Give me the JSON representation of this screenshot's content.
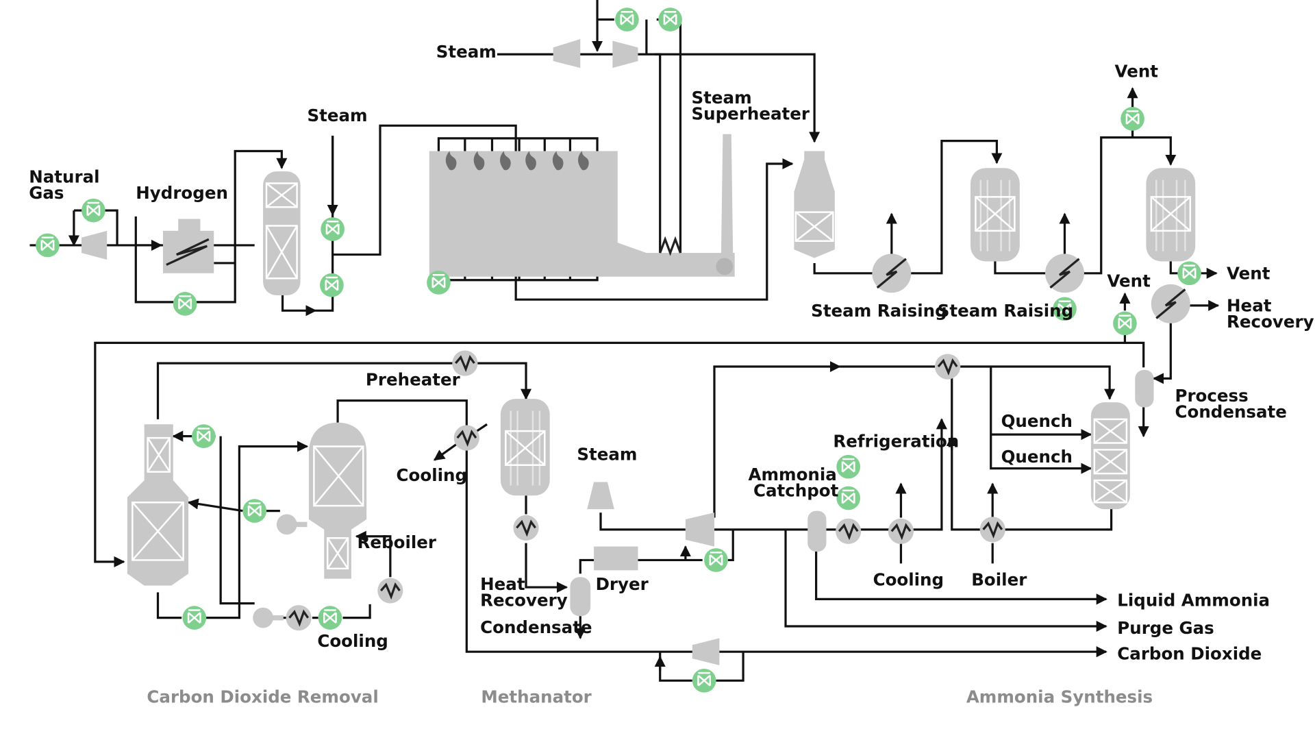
{
  "colors": {
    "pipe": "#111111",
    "equipment": "#c8c8c8",
    "valve": "#7fd08f",
    "section_label": "#8c8c8c"
  },
  "labels": {
    "natural_gas_1": "Natural",
    "natural_gas_2": "Gas",
    "hydrogen": "Hydrogen",
    "steam_primary": "Steam",
    "steam_top": "Steam",
    "steam_superheater_1": "Steam",
    "steam_superheater_2": "Superheater",
    "steam_raising_1": "Steam Raising",
    "steam_raising_2": "Steam Raising",
    "vent_top": "Vent",
    "vent_right": "Vent",
    "vent_mid": "Vent",
    "heat_recovery_right_1": "Heat",
    "heat_recovery_right_2": "Recovery",
    "process_condensate_1": "Process",
    "process_condensate_2": "Condensate",
    "preheater": "Preheater",
    "cooling_methanator": "Cooling",
    "reboiler": "Reboiler",
    "cooling_co2": "Cooling",
    "steam_methanator": "Steam",
    "heat_recovery_meth_1": "Heat",
    "heat_recovery_meth_2": "Recovery",
    "dryer": "Dryer",
    "condensate": "Condensate",
    "refrigeration": "Refrigeration",
    "ammonia_catchpot_1": "Ammonia",
    "ammonia_catchpot_2": "Catchpot",
    "quench_1": "Quench",
    "quench_2": "Quench",
    "cooling_synthesis": "Cooling",
    "boiler": "Boiler",
    "liquid_ammonia": "Liquid Ammonia",
    "purge_gas": "Purge Gas",
    "carbon_dioxide": "Carbon Dioxide"
  },
  "sections": {
    "co2_removal": "Carbon Dioxide Removal",
    "methanator": "Methanator",
    "ammonia_synthesis": "Ammonia Synthesis"
  },
  "icons": {
    "valve": "control-valve-icon",
    "heat_exchanger": "heat-exchanger-icon",
    "burner": "flame-icon",
    "pump": "pump-icon",
    "compressor": "compressor-icon"
  }
}
